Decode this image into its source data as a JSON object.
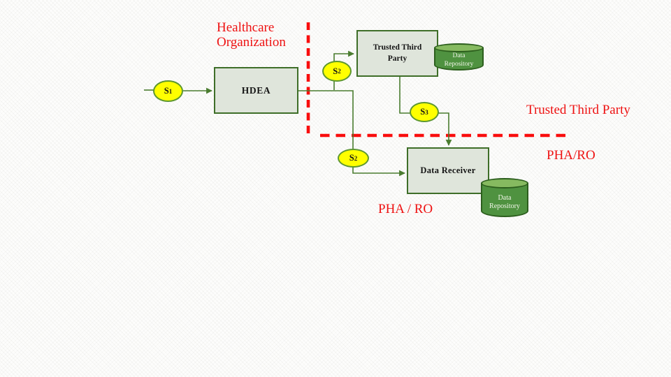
{
  "colors": {
    "red": "#ee1212",
    "dash_red": "#f90d0d",
    "line_green": "#4a7c2f",
    "box_fill": "#dfe5db",
    "box_border": "#3e6e28",
    "ellipse_fill": "#ffff00",
    "ellipse_border": "#5d9730",
    "cyl_body": "#4f9240",
    "cyl_top": "#86ba60",
    "cyl_border": "#2c5e1d"
  },
  "region_labels": {
    "healthcare_line1": "Healthcare",
    "healthcare_line2": "Organization",
    "trusted_third_party": "Trusted Third Party",
    "pha_ro_right": "PHA/RO",
    "pha_ro_bottom": "PHA / RO"
  },
  "nodes": {
    "hdea": {
      "label": "HDEA"
    },
    "trusted_third_party": {
      "label": "Trusted Third Party"
    },
    "data_receiver": {
      "label": "Data Receiver"
    },
    "repository_top": {
      "line1": "Data",
      "line2": "Repository"
    },
    "repository_bottom": {
      "line1": "Data",
      "line2": "Repository"
    }
  },
  "steps": {
    "s1": {
      "base": "S",
      "sub": "1"
    },
    "s2a": {
      "base": "S",
      "sub": "2"
    },
    "s2b": {
      "base": "S",
      "sub": "2"
    },
    "s3": {
      "base": "S",
      "sub": "3"
    }
  }
}
